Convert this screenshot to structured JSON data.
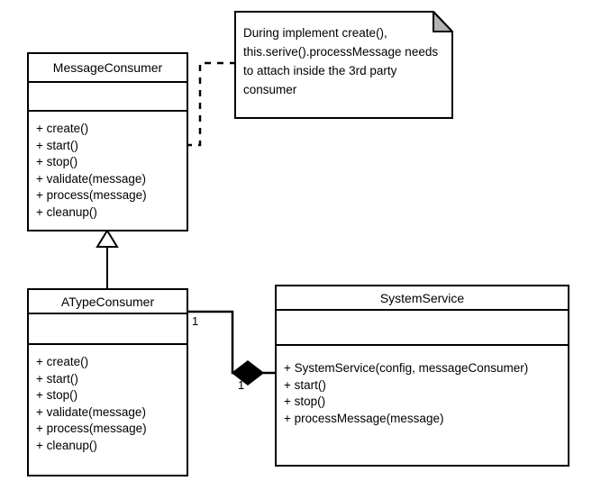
{
  "diagram": {
    "type": "uml-class-diagram",
    "background": "#ffffff",
    "line_color": "#000000",
    "note_fold_color": "#b3b3b3"
  },
  "classes": [
    {
      "id": "message-consumer",
      "name": "MessageConsumer",
      "attributes": [],
      "operations": [
        "+ create()",
        "+ start()",
        "+ stop()",
        "+ validate(message)",
        "+ process(message)",
        "+ cleanup()"
      ]
    },
    {
      "id": "atype-consumer",
      "name": "ATypeConsumer",
      "attributes": [],
      "operations": [
        "+ create()",
        "+ start()",
        "+ stop()",
        "+ validate(message)",
        "+ process(message)",
        "+ cleanup()"
      ]
    },
    {
      "id": "system-service",
      "name": "SystemService",
      "attributes": [],
      "operations": [
        "+ SystemService(config, messageConsumer)",
        "+ start()",
        "+ stop()",
        "+ processMessage(message)"
      ]
    }
  ],
  "note": {
    "id": "implementation-note",
    "text": "During implement create(), this.serive().processMessage needs to attach inside the 3rd party consumer"
  },
  "relationships": [
    {
      "id": "generalization",
      "kind": "generalization",
      "from": "atype-consumer",
      "to": "message-consumer",
      "arrow": "hollow-triangle"
    },
    {
      "id": "composition",
      "kind": "composition",
      "from": "atype-consumer",
      "to": "system-service",
      "arrow": "filled-diamond",
      "source_multiplicity": "1",
      "target_multiplicity": "1"
    },
    {
      "id": "note-link",
      "kind": "note-anchor",
      "from": "implementation-note",
      "to": "message-consumer",
      "style": "dashed"
    }
  ]
}
